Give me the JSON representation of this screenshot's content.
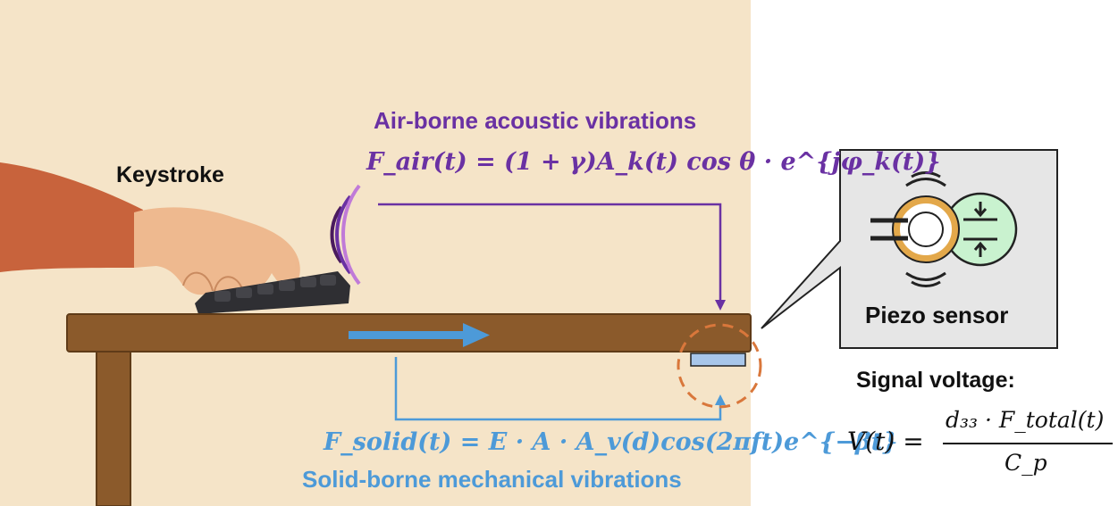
{
  "diagram": {
    "keystroke_label": "Keystroke",
    "air": {
      "title": "Air-borne acoustic vibrations",
      "equation": "F_air(t) = (1 + γ)A_k(t) cos θ · e^{jφ_k(t)}"
    },
    "solid": {
      "title": "Solid-borne mechanical vibrations",
      "equation": "F_solid(t) = E · A · A_v(d)cos(2πft)e^{−βt}"
    },
    "sensor": {
      "label": "Piezo sensor"
    },
    "signal": {
      "label": "Signal voltage:",
      "lhs": "V(t) =",
      "numerator": "d₃₃ · F_total(t)",
      "denominator": "C_p"
    }
  },
  "colors": {
    "background": "#f5e4c8",
    "air": "#6a31a3",
    "solid": "#4d9ad8",
    "table": "#8b5a2b",
    "sensor_circle": "#d9773b"
  }
}
